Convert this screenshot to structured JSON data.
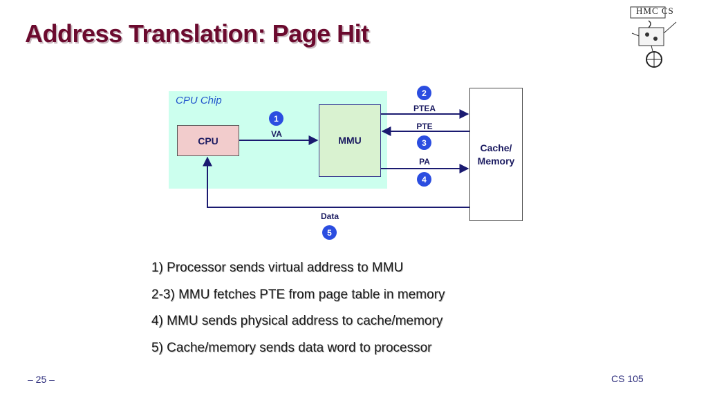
{
  "slide": {
    "title": "Address Translation: Page Hit",
    "logo_text": "HMC CS"
  },
  "diagram": {
    "cpu_chip_label": "CPU Chip",
    "cpu_label": "CPU",
    "mmu_label": "MMU",
    "memory_label": "Cache/ Memory",
    "edges": {
      "va": "VA",
      "ptea": "PTEA",
      "pte": "PTE",
      "pa": "PA",
      "data": "Data"
    },
    "step_numbers": [
      "1",
      "2",
      "3",
      "4",
      "5"
    ],
    "colors": {
      "title": "#6b0a2e",
      "chip_bg": "#ccffee",
      "cpu_bg": "#f2cccc",
      "mmu_bg": "#d9f2d0",
      "arrow": "#1a1a70",
      "step_badge": "#2b4de0"
    }
  },
  "steps": [
    "1) Processor sends virtual address to MMU",
    "2-3) MMU fetches PTE from page table in memory",
    "4) MMU sends physical address to cache/memory",
    "5) Cache/memory sends data word to processor"
  ],
  "footer": {
    "page": "– 25 –",
    "course": "CS 105"
  }
}
